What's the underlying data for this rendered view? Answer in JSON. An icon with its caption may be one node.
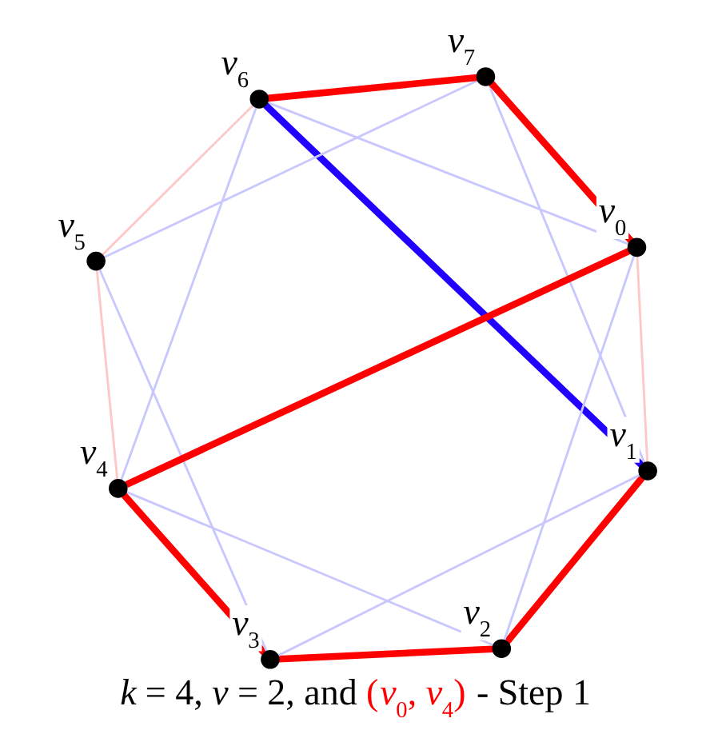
{
  "diagram": {
    "caption": "*k* = 4, *ν* = 2, and (*v*$_{0}$, *v*$_{4}$) - Step 1",
    "nodes": [
      {
        "text": [
          "*v*$_{0}$"
        ]
      },
      {
        "text": [
          "*v*$_{1}$"
        ]
      },
      {
        "text": [
          "*v*$_{2}$"
        ]
      },
      {
        "text": [
          "*v*$_{3}$"
        ]
      },
      {
        "text": [
          "*v*$_{4}$"
        ]
      },
      {
        "text": [
          "*v*$_{5}$"
        ]
      },
      {
        "text": [
          "*v*$_{6}$"
        ]
      },
      {
        "text": [
          "*v*$_{7}$"
        ]
      }
    ],
    "edges": [
      {
        "from": 0,
        "to": 1,
        "arrow": "none",
        "color": "#ffc8c8"
      },
      {
        "from": 1,
        "to": 2,
        "arrow": "none",
        "style": "thick",
        "color": "#ff0000"
      },
      {
        "from": 2,
        "to": 3,
        "arrow": "none",
        "style": "thick",
        "color": "#ff0000"
      },
      {
        "from": 3,
        "to": 4,
        "arrow": "none",
        "style": "thick",
        "color": "#ff0000"
      },
      {
        "from": 4,
        "to": 5,
        "arrow": "none",
        "color": "#ffc8c8"
      },
      {
        "from": 5,
        "to": 6,
        "arrow": "none",
        "color": "#ffc8c8"
      },
      {
        "from": 6,
        "to": 7,
        "arrow": "none",
        "style": "thick",
        "color": "#ff0000"
      },
      {
        "from": 7,
        "to": 0,
        "arrow": "none",
        "style": "thick",
        "color": "#ff0000"
      },
      {
        "from": 4,
        "to": 0,
        "arrow": "none",
        "style": "thick",
        "color": "#ff0000"
      },
      {
        "from": 1,
        "to": 6,
        "arrow": "none",
        "style": "thick",
        "color": "#2200ff"
      },
      {
        "from": 3,
        "to": 1,
        "arrow": "none"
      },
      {
        "from": 2,
        "to": 4,
        "arrow": "none"
      },
      {
        "from": 2,
        "to": 0,
        "arrow": "none"
      },
      {
        "from": 3,
        "to": 5,
        "arrow": "none"
      },
      {
        "from": 1,
        "to": 7,
        "arrow": "none"
      },
      {
        "from": 5,
        "to": 7,
        "arrow": "none"
      },
      {
        "from": 4,
        "to": 6,
        "arrow": "none"
      },
      {
        "from": 0,
        "to": 6,
        "arrow": "none"
      }
    ]
  }
}
